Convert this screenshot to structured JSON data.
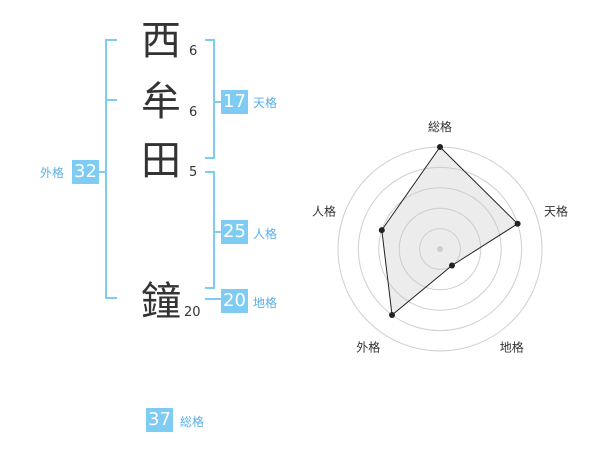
{
  "name_chars": [
    {
      "char": "西",
      "strokes": "6"
    },
    {
      "char": "牟",
      "strokes": "6"
    },
    {
      "char": "田",
      "strokes": "5"
    },
    {
      "char": "鐘",
      "strokes": "20"
    }
  ],
  "fortunes": {
    "tenkaku": {
      "label": "天格",
      "value": "17"
    },
    "jinkaku": {
      "label": "人格",
      "value": "25"
    },
    "chikaku": {
      "label": "地格",
      "value": "20"
    },
    "gaikaku": {
      "label": "外格",
      "value": "32"
    },
    "soukaku": {
      "label": "総格",
      "value": "37"
    }
  },
  "colors": {
    "accent": "#7ecbf3",
    "label_text": "#5aaee8",
    "text": "#333333"
  },
  "chart_data": {
    "type": "radar",
    "axes": [
      "総格",
      "天格",
      "地格",
      "外格",
      "人格"
    ],
    "values": [
      5,
      4,
      1,
      4,
      3
    ],
    "rmax": 5,
    "rings": 5
  }
}
